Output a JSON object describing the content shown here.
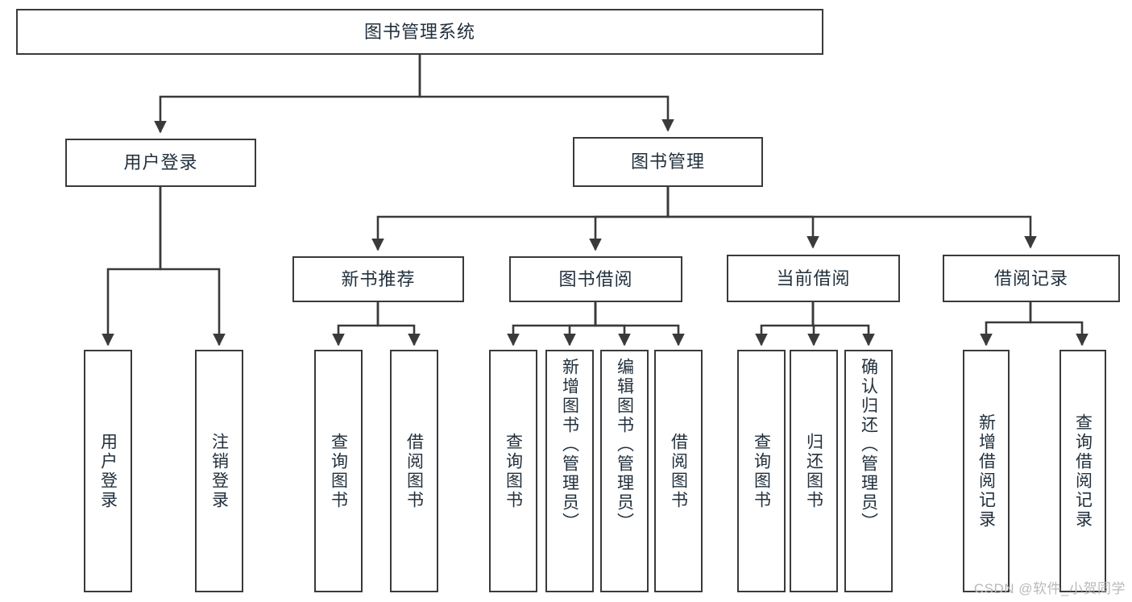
{
  "diagram": {
    "type": "tree-hierarchy-chart",
    "title_node": {
      "label": "图书管理系统"
    },
    "level2": [
      {
        "id": "user-login",
        "label": "用户登录"
      },
      {
        "id": "book-manage",
        "label": "图书管理"
      }
    ],
    "level3": [
      {
        "id": "new-book-recommend",
        "label": "新书推荐"
      },
      {
        "id": "book-borrow",
        "label": "图书借阅"
      },
      {
        "id": "current-borrow",
        "label": "当前借阅"
      },
      {
        "id": "borrow-record",
        "label": "借阅记录"
      }
    ],
    "leaves": [
      {
        "id": "leaf-user-login",
        "label": "用户登录",
        "parent": "user-login"
      },
      {
        "id": "leaf-logout-login",
        "label": "注销登录",
        "parent": "user-login"
      },
      {
        "id": "leaf-query-book-1",
        "label": "查询图书",
        "parent": "new-book-recommend"
      },
      {
        "id": "leaf-borrow-book-1",
        "label": "借阅图书",
        "parent": "new-book-recommend"
      },
      {
        "id": "leaf-query-book-2",
        "label": "查询图书",
        "parent": "book-borrow"
      },
      {
        "id": "leaf-add-book",
        "label": "新增图书（管理员）",
        "parent": "book-borrow"
      },
      {
        "id": "leaf-edit-book",
        "label": "编辑图书（管理员）",
        "parent": "book-borrow"
      },
      {
        "id": "leaf-borrow-book-2",
        "label": "借阅图书",
        "parent": "book-borrow"
      },
      {
        "id": "leaf-query-book-3",
        "label": "查询图书",
        "parent": "current-borrow"
      },
      {
        "id": "leaf-return-book",
        "label": "归还图书",
        "parent": "current-borrow"
      },
      {
        "id": "leaf-confirm-return",
        "label": "确认归还（管理员）",
        "parent": "current-borrow"
      },
      {
        "id": "leaf-add-record",
        "label": "新增借阅记录",
        "parent": "borrow-record"
      },
      {
        "id": "leaf-query-record",
        "label": "查询借阅记录",
        "parent": "borrow-record"
      }
    ],
    "watermark": "CSDN @软件_小贺同学",
    "colors": {
      "stroke": "#3a3a3a",
      "text": "#22303d",
      "background": "#ffffff",
      "watermark": "#b9b9b9"
    }
  }
}
